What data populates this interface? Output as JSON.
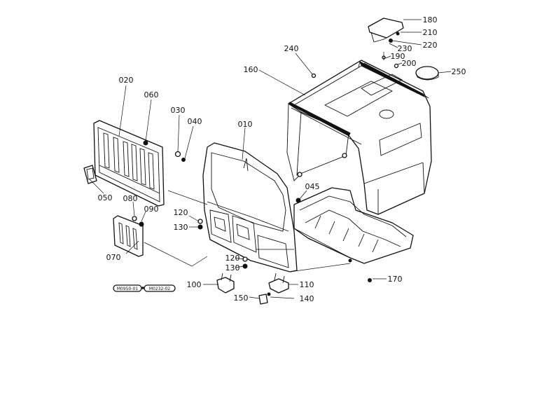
{
  "diagram": {
    "part_labels": {
      "p010": "010",
      "p020": "020",
      "p030": "030",
      "p040": "040",
      "p045": "045",
      "p050": "050",
      "p060": "060",
      "p070": "070",
      "p080": "080",
      "p090": "090",
      "p100": "100",
      "p110": "110",
      "p120a": "120",
      "p120b": "120",
      "p130a": "130",
      "p130b": "130",
      "p140": "140",
      "p150": "150",
      "p160": "160",
      "p170": "170",
      "p180": "180",
      "p190": "190",
      "p200": "200",
      "p210": "210",
      "p220": "220",
      "p230": "230",
      "p240": "240",
      "p250": "250"
    },
    "reference_tags": {
      "left": "M0950-01",
      "right": "M0232-02"
    }
  }
}
